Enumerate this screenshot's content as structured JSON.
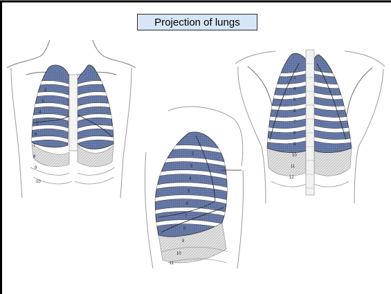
{
  "slide": {
    "title": "Projection of lungs"
  },
  "colors": {
    "lung_fill": "#5c6f9e",
    "lung_stipple": "#7f8fb8",
    "rib_fill": "#ffffff",
    "outline": "#555555",
    "title_box_fill": "#d6e6f7",
    "pleura_hatch": "#b9b9b9"
  },
  "figures": {
    "anterior": {
      "rib_numbers": [
        "2",
        "3",
        "4",
        "5",
        "6",
        "7",
        "8",
        "9",
        "10"
      ]
    },
    "lateral": {
      "rib_numbers": [
        "2",
        "3",
        "4",
        "5",
        "6",
        "7",
        "8",
        "9",
        "10",
        "11"
      ]
    },
    "posterior": {
      "rib_numbers": [
        "3",
        "4",
        "5",
        "6",
        "7",
        "8",
        "9",
        "10",
        "11",
        "12"
      ]
    }
  }
}
